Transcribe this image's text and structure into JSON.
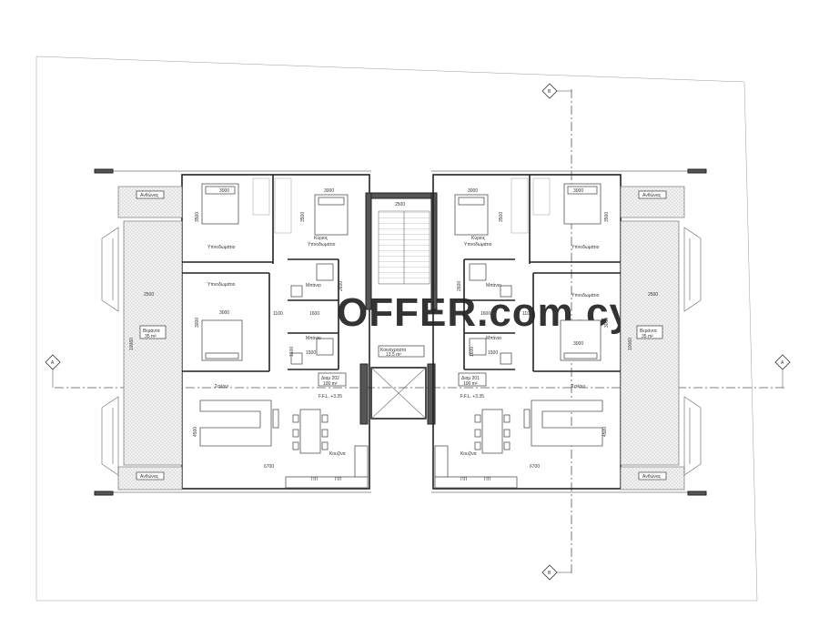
{
  "watermark": "OFFER.com.cy",
  "axis_markers": {
    "vertical": "B",
    "horizontal": "A"
  },
  "left_unit": {
    "bedroom_top": "Υπνοδωμάτιο",
    "bedroom_bottom": "Υπνοδωμάτιο",
    "master_bedroom_line1": "Κύριος",
    "master_bedroom_line2": "Υπνοδωμάτιο",
    "bath_upper": "Μπάνιο",
    "bath_lower": "Μπάνιο",
    "living": "Σαλόνι",
    "kitchen": "Κουζίνα",
    "veranda_top": "Ανθώνας",
    "veranda_bottom": "Ανθώνας",
    "balcony_name": "Βεράντα",
    "balcony_area": "35 m²",
    "flat_name": "Διαμ 202",
    "flat_area": "100 m²",
    "level": "F.F.L. +3.35",
    "dims": {
      "d3000a": "3000",
      "d3000b": "3000",
      "d3000c": "3000",
      "d3000d": "3000",
      "d2500": "2500",
      "d1100": "1100",
      "d1600": "1600",
      "d1500": "1500",
      "d6700": "6700",
      "d4500": "4500",
      "d10060": "10060",
      "d3500a": "3500",
      "d3500b": "3500",
      "d2600": "2600",
      "d1600b": "1600"
    },
    "kitchen_tags": {
      "t1": "ΠΠ",
      "t2": "ΠΠ"
    }
  },
  "right_unit": {
    "bedroom_top": "Υπνοδωμάτιο",
    "bedroom_bottom": "Υπνοδωμάτιο",
    "master_bedroom_line1": "Κύριος",
    "master_bedroom_line2": "Υπνοδωμάτιο",
    "bath_upper": "Μπάνιο",
    "bath_lower": "Μπάνιο",
    "living": "Σαλόνι",
    "kitchen": "Κουζίνα",
    "veranda_top": "Ανθώνας",
    "veranda_bottom": "Ανθώνας",
    "balcony_name": "Βεράντα",
    "balcony_area": "35 m²",
    "flat_name": "Διαμ 201",
    "flat_area": "100 m²",
    "level": "F.F.L. +3.35",
    "dims": {
      "d3000a": "3000",
      "d3000b": "3000",
      "d3000c": "3000",
      "d3000d": "3000",
      "d2500": "2500",
      "d1100": "1100",
      "d1600": "1600",
      "d1500": "1500",
      "d6700": "6700",
      "d4500": "4500",
      "d10060": "10060",
      "d3500a": "3500",
      "d3500b": "3500",
      "d2600": "2600",
      "d1600b": "1600"
    },
    "kitchen_tags": {
      "t1": "ΠΠ",
      "t2": "ΠΠ"
    }
  },
  "core": {
    "stair_width": "2500",
    "corridor_name": "Κοινόχρηστο",
    "corridor_area": "13.5 m²"
  }
}
